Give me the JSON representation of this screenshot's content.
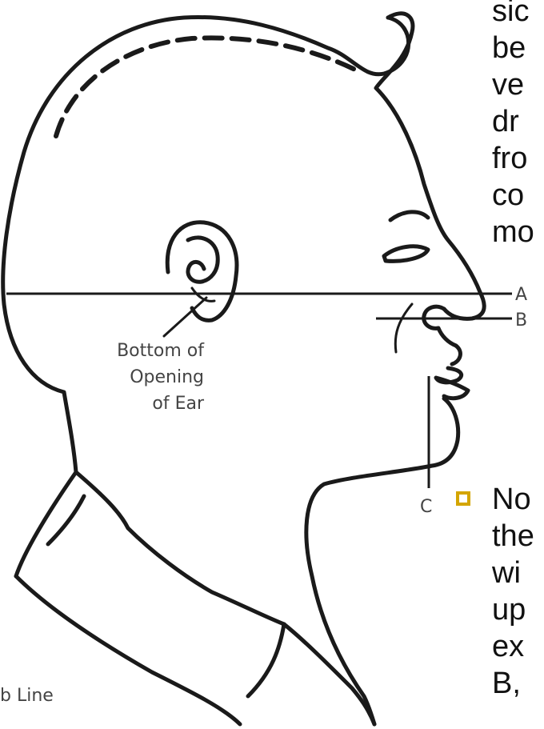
{
  "diagram": {
    "line_labels": {
      "a": "A",
      "b": "B",
      "c": "C"
    },
    "ear_label": [
      "Bottom of",
      "Opening",
      "of Ear"
    ],
    "bottom_left_label": "b Line"
  },
  "side_text": {
    "top_lines": [
      "sic",
      "be",
      "ve",
      "dr",
      "fro",
      "co",
      "mo"
    ],
    "bullet_lines": [
      "No",
      "the",
      "wi",
      "up",
      "ex",
      "B,"
    ]
  },
  "colors": {
    "ink": "#1a1a1a",
    "bullet": "#d4a500"
  }
}
